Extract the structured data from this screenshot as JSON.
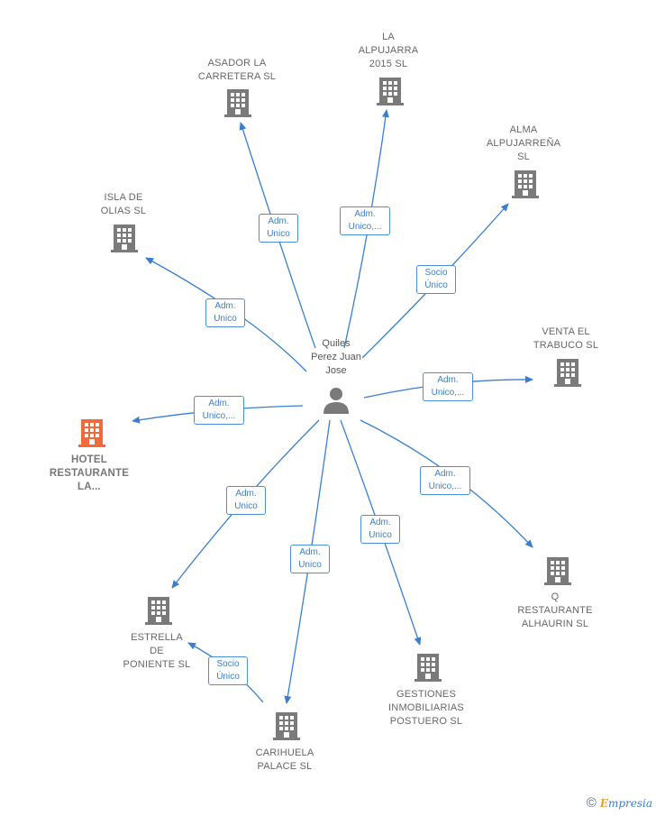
{
  "center": {
    "name": "Quiles\nPerez Juan\nJose"
  },
  "colors": {
    "edge": "#3a7fcf",
    "building": "#7a7a7a",
    "building_main": "#f26a3a",
    "person": "#7a7a7a"
  },
  "companies": [
    {
      "id": "asador",
      "name": "ASADOR LA\nCARRETERA SL",
      "highlight": false
    },
    {
      "id": "alpujarra",
      "name": "LA\nALPUJARRA\n2015  SL",
      "highlight": false
    },
    {
      "id": "alma",
      "name": "ALMA\nALPUJARREÑA\nSL",
      "highlight": false
    },
    {
      "id": "isla",
      "name": "ISLA DE\nOLIAS SL",
      "highlight": false
    },
    {
      "id": "venta",
      "name": "VENTA EL\nTRABUCO  SL",
      "highlight": false
    },
    {
      "id": "hotel",
      "name": "HOTEL\nRESTAURANTE\nLA...",
      "highlight": true
    },
    {
      "id": "qrest",
      "name": "Q\nRESTAURANTE\nALHAURIN  SL",
      "highlight": false
    },
    {
      "id": "estrella",
      "name": "ESTRELLA\nDE\nPONIENTE SL",
      "highlight": false
    },
    {
      "id": "gestiones",
      "name": "GESTIONES\nINMOBILIARIAS\nPOSTUERO SL",
      "highlight": false
    },
    {
      "id": "carihuela",
      "name": "CARIHUELA\nPALACE SL",
      "highlight": false
    }
  ],
  "edges": [
    {
      "from": "center",
      "to": "asador",
      "label": "Adm.\nUnico"
    },
    {
      "from": "center",
      "to": "alpujarra",
      "label": "Adm.\nUnico,..."
    },
    {
      "from": "center",
      "to": "alma",
      "label": "Socio\nÚnico"
    },
    {
      "from": "center",
      "to": "isla",
      "label": "Adm.\nUnico"
    },
    {
      "from": "center",
      "to": "venta",
      "label": "Adm.\nUnico,..."
    },
    {
      "from": "center",
      "to": "hotel",
      "label": "Adm.\nUnico,..."
    },
    {
      "from": "center",
      "to": "qrest",
      "label": "Adm.\nUnico,..."
    },
    {
      "from": "center",
      "to": "estrella",
      "label": "Adm.\nUnico"
    },
    {
      "from": "center",
      "to": "carihuela",
      "label": "Adm.\nUnico"
    },
    {
      "from": "center",
      "to": "gestiones",
      "label": "Adm.\nUnico"
    },
    {
      "from": "carihuela",
      "to": "estrella",
      "label": "Socio\nÚnico"
    }
  ],
  "brand": {
    "copyright": "©",
    "e": "E",
    "rest": "mpresia"
  }
}
